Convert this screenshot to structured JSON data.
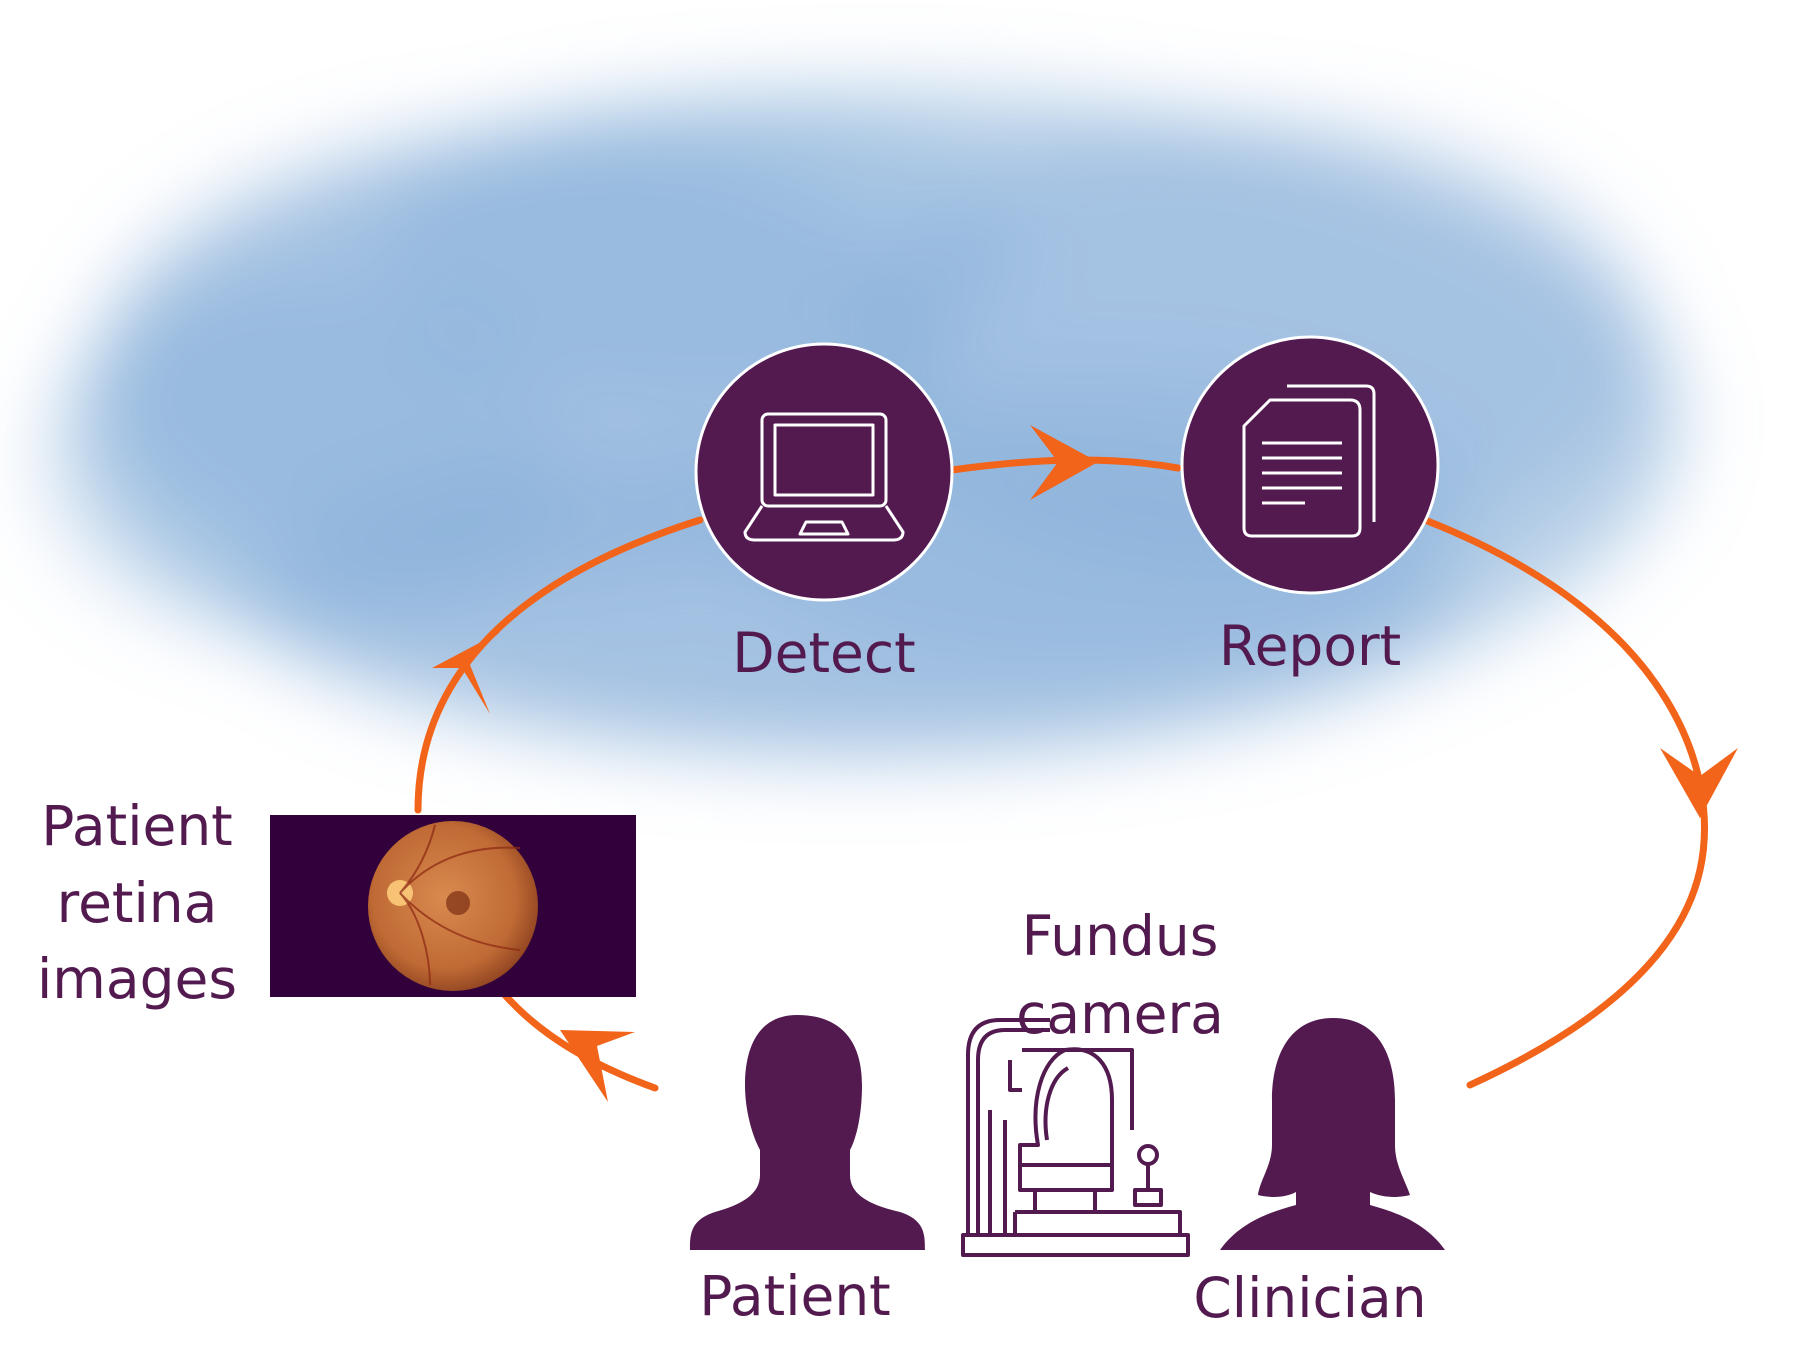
{
  "colors": {
    "purple": "#531a50",
    "orange": "#f26419",
    "cloud": "#7ea9d6",
    "retina_bg": "#32003a",
    "retina_fundus": "#c5713e"
  },
  "nodes": {
    "detect": {
      "label": "Detect",
      "icon": "laptop-icon"
    },
    "report": {
      "label": "Report",
      "icon": "document-icon"
    },
    "retina": {
      "label_lines": [
        "Patient",
        "retina",
        "images"
      ]
    },
    "camera": {
      "label_lines": [
        "Fundus",
        "camera"
      ],
      "icon": "fundus-camera-icon"
    },
    "patient": {
      "label": "Patient",
      "icon": "male-person-icon"
    },
    "clinician": {
      "label": "Clinician",
      "icon": "female-person-icon"
    }
  }
}
